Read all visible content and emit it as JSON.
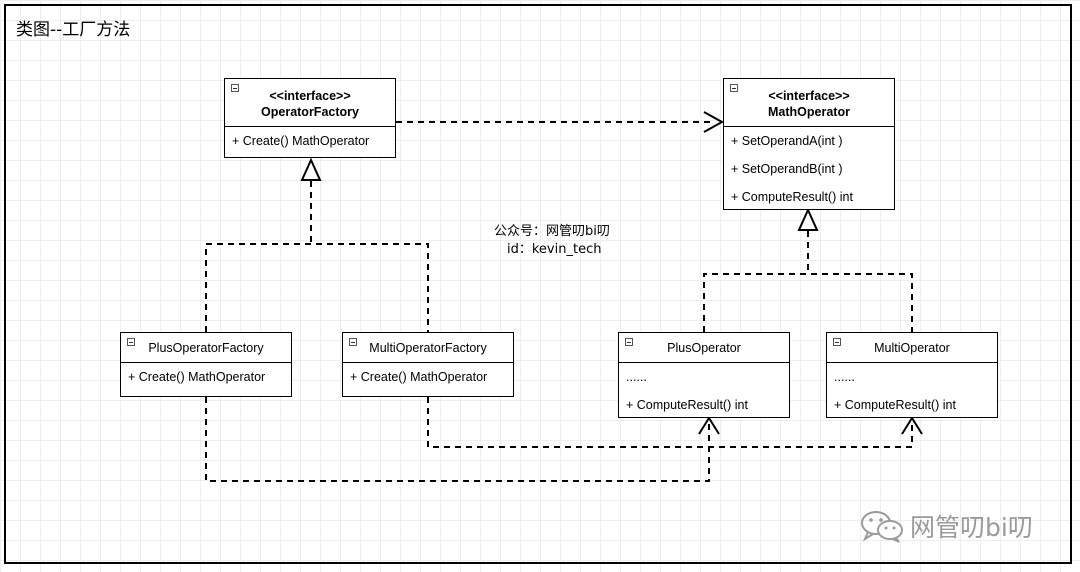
{
  "title": "类图--工厂方法",
  "classes": {
    "operator_factory": {
      "stereotype": "<<interface>>",
      "name": "OperatorFactory",
      "methods": [
        "+ Create() MathOperator"
      ]
    },
    "math_operator": {
      "stereotype": "<<interface>>",
      "name": "MathOperator",
      "methods": [
        "+ SetOperandA(int )",
        "+ SetOperandB(int )",
        "+ ComputeResult() int"
      ]
    },
    "plus_operator_factory": {
      "name": "PlusOperatorFactory",
      "methods": [
        "+ Create() MathOperator"
      ]
    },
    "multi_operator_factory": {
      "name": "MultiOperatorFactory",
      "methods": [
        "+ Create() MathOperator"
      ]
    },
    "plus_operator": {
      "name": "PlusOperator",
      "attributes": [
        "......"
      ],
      "methods": [
        "+ ComputeResult() int"
      ]
    },
    "multi_operator": {
      "name": "MultiOperator",
      "attributes": [
        "......"
      ],
      "methods": [
        "+ ComputeResult() int"
      ]
    }
  },
  "note": {
    "line1": "公众号：网管叨bi叨",
    "line2": "id：kevin_tech"
  },
  "watermark": {
    "text": "网管叨bi叨",
    "icon": "wechat-icon"
  }
}
